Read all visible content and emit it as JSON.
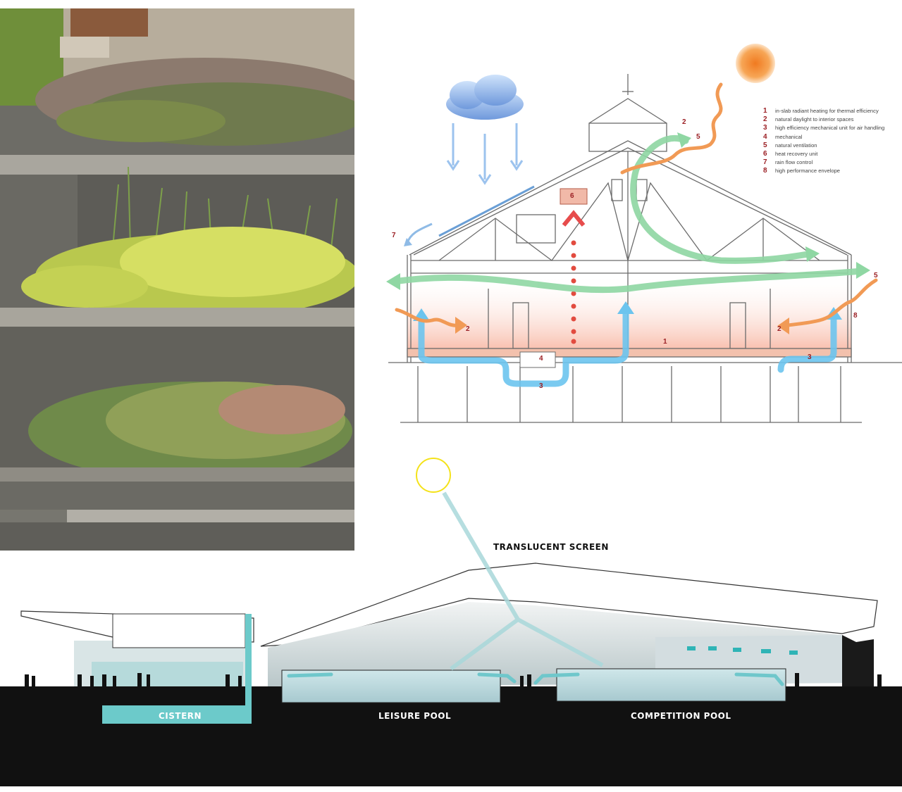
{
  "legend": [
    {
      "num": "1",
      "text": "in-slab radiant heating for thermal efficiency"
    },
    {
      "num": "2",
      "text": "natural daylight to interior spaces"
    },
    {
      "num": "3",
      "text": "high efficiency mechanical unit for air handling"
    },
    {
      "num": "4",
      "text": "mechanical"
    },
    {
      "num": "5",
      "text": "natural ventilation"
    },
    {
      "num": "6",
      "text": "heat recovery unit"
    },
    {
      "num": "7",
      "text": "rain flow control"
    },
    {
      "num": "8",
      "text": "high performance envelope"
    }
  ],
  "callouts": {
    "c1": "1",
    "c2a": "2",
    "c2b": "2",
    "c2c": "2",
    "c3a": "3",
    "c3b": "3",
    "c4": "4",
    "c5a": "5",
    "c5b": "5",
    "c6": "6",
    "c7": "7",
    "c8": "8"
  },
  "section": {
    "translucent_screen": "TRANSLUCENT SCREEN",
    "cistern": "CISTERN",
    "leisure_pool": "LEISURE POOL",
    "competition_pool": "COMPETITION POOL"
  },
  "colors": {
    "callout_red": "#9b1f24",
    "vent_green": "#7fcf93",
    "air_blue": "#5bb8e6",
    "daylight_orange": "#f0954a",
    "cistern_teal": "#6ccaca",
    "ground": "#111111"
  }
}
